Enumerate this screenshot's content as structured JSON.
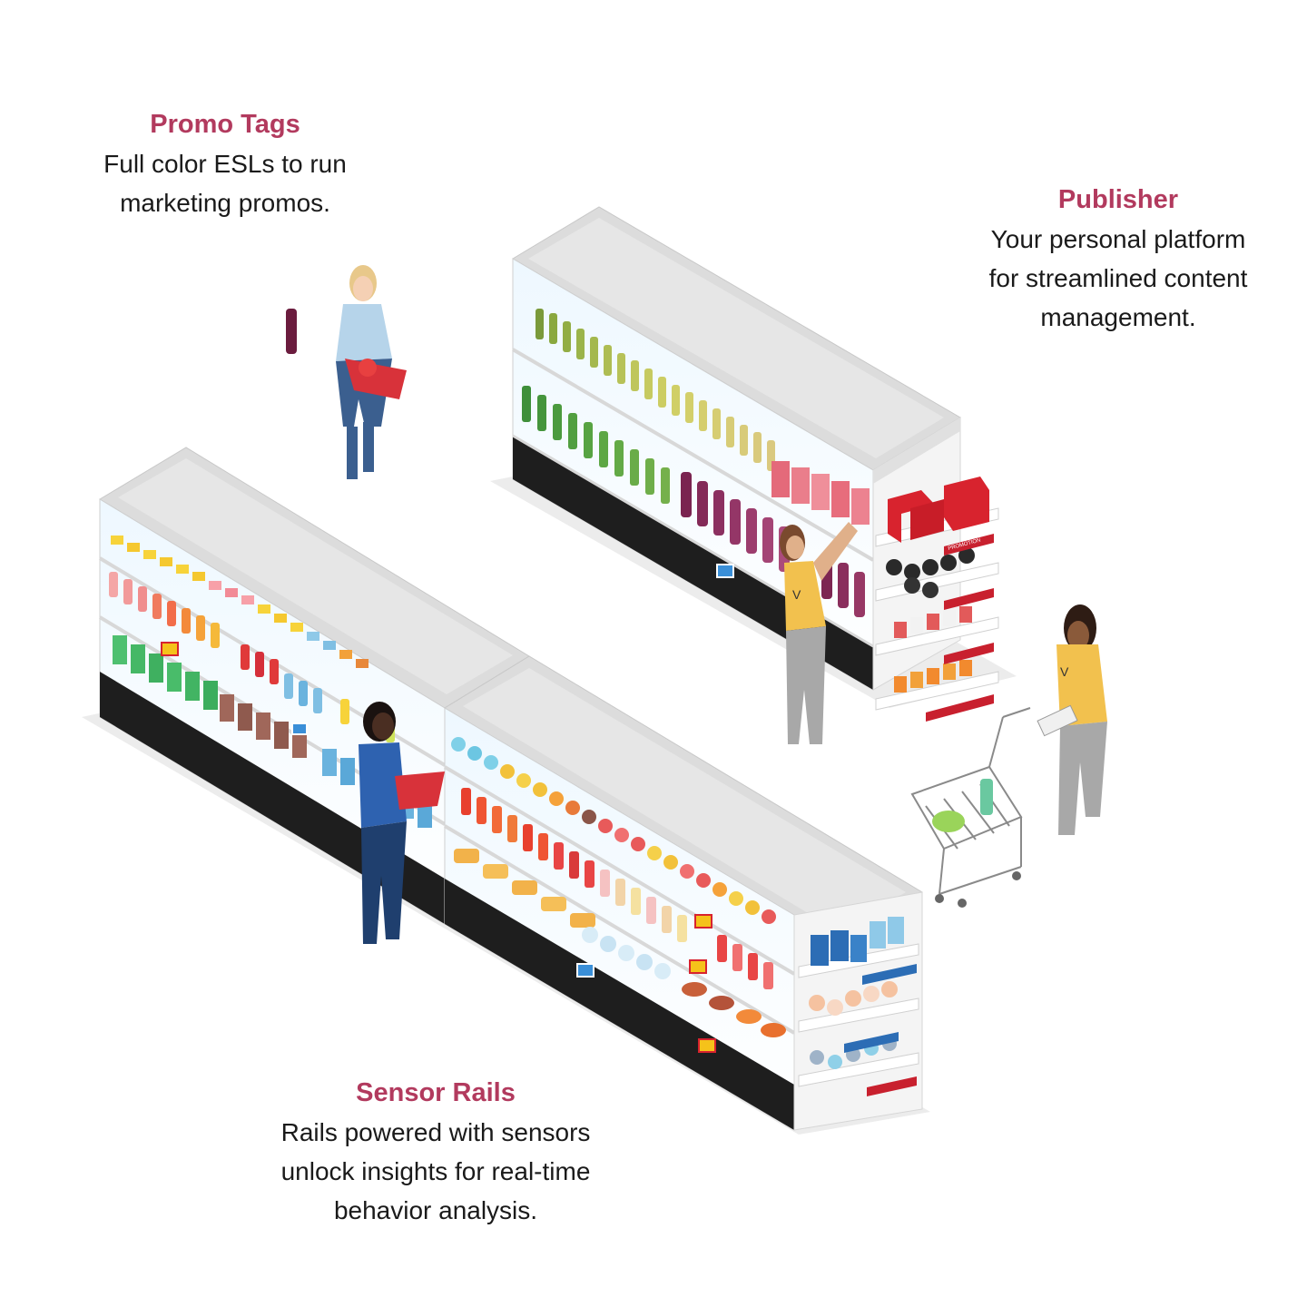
{
  "callouts": {
    "promo_tags": {
      "title": "Promo Tags",
      "lines": [
        "Full color ESLs to run",
        "marketing promos."
      ]
    },
    "publisher": {
      "title": "Publisher",
      "lines": [
        "Your personal platform",
        "for streamlined content",
        "management."
      ]
    },
    "sensor_rails": {
      "title": "Sensor Rails",
      "lines": [
        "Rails powered with sensors",
        "unlock insights for real-time",
        "behavior analysis."
      ]
    }
  },
  "colors": {
    "accent_title": "#b23a5e",
    "body_text": "#1a1a1a",
    "shelf_top": "#e3e3e3",
    "shelf_base": "#1e1e1e",
    "staff_shirt": "#f2c14e"
  },
  "labels": {
    "promotion_tag": "PROMOTION"
  }
}
